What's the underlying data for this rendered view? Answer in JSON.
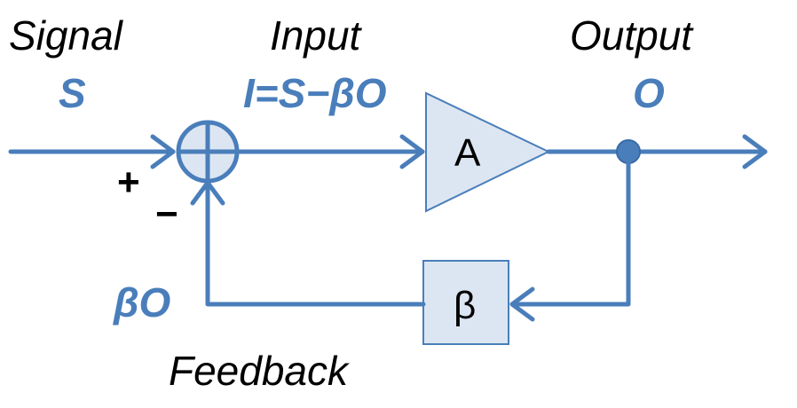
{
  "colors": {
    "wire": "#4a7ebb",
    "label_blue": "#4a7ebb",
    "block_fill": "#dce6f2",
    "block_stroke": "#4a7ebb",
    "junction": "#4a7ebb"
  },
  "labels": {
    "signal_title": "Signal",
    "signal_symbol": "S",
    "input_title": "Input",
    "input_formula": "I=S−βO",
    "output_title": "Output",
    "output_symbol": "O",
    "feedback_title": "Feedback",
    "feedback_symbol": "βO",
    "plus_sign": "+",
    "minus_sign": "−"
  },
  "blocks": {
    "amplifier_label": "A",
    "feedback_label": "β"
  }
}
